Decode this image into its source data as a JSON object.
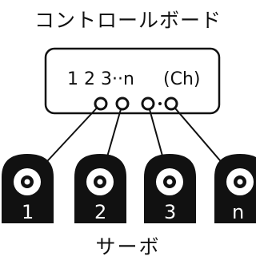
{
  "title": "コントロールボード",
  "footer": "サーボ",
  "board": {
    "channels_text": "1 2 3··n",
    "unit_text": "(Ch)"
  },
  "servos": [
    {
      "label": "1"
    },
    {
      "label": "2"
    },
    {
      "label": "3"
    },
    {
      "label": "n"
    }
  ],
  "colors": {
    "stroke": "#111111",
    "servo_body": "#111111",
    "background": "#ffffff"
  }
}
